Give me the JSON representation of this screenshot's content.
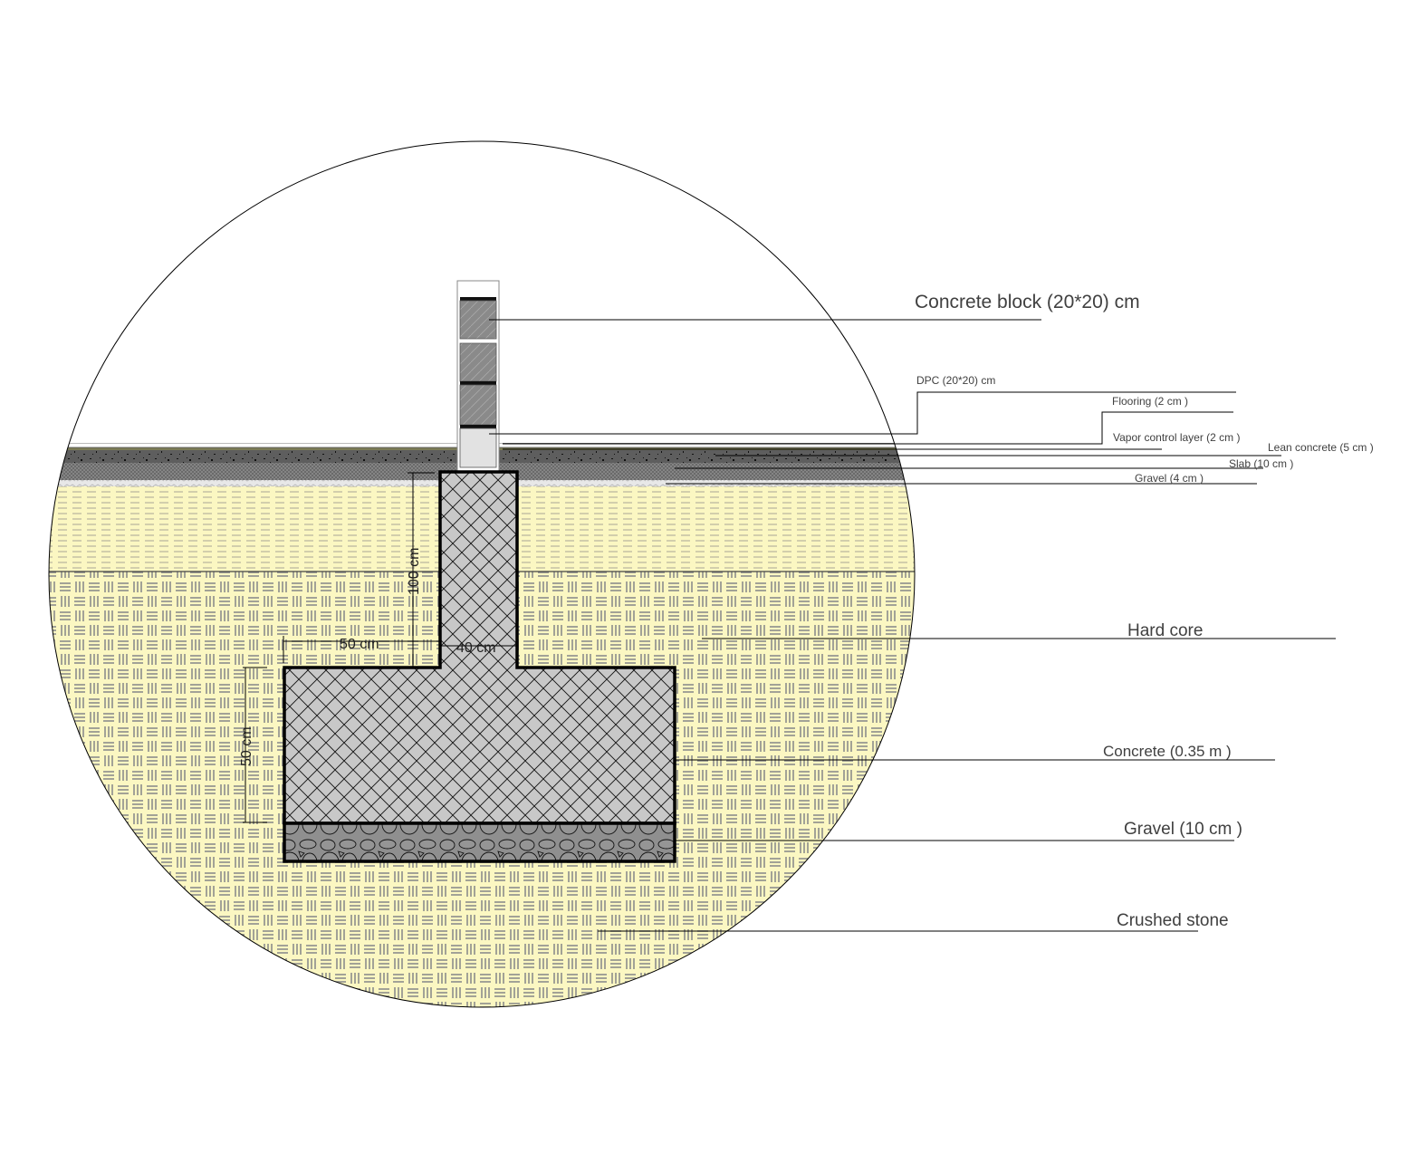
{
  "diagram": {
    "type": "foundation-section-detail",
    "labels": {
      "concrete_block": "Concrete block (20*20) cm",
      "dpc": "DPC (20*20) cm",
      "flooring": "Flooring (2 cm )",
      "vapor_control": "Vapor control layer (2 cm )",
      "lean_concrete": "Lean concrete (5 cm )",
      "slab": "Slab  (10 cm )",
      "gravel_top": "Gravel   (4 cm )",
      "hard_core": "Hard core",
      "concrete": "Concrete  (0.35 m )",
      "gravel_bottom": "Gravel   (10 cm )",
      "crushed_stone": "Crushed stone"
    },
    "dimensions": {
      "stem_height": "100 cm",
      "stem_width": "40 cm",
      "footing_projection": "50 cm",
      "footing_height": "50 cm"
    },
    "colors": {
      "soil": "#fbf7c2",
      "soil_hatch": "#8c8c8c",
      "concrete_fill": "#c8c8c8",
      "block_fill": "#8a8a8a",
      "gravel_fill": "#8f8f8f",
      "lean_concrete": "#5a5a5a",
      "slab": "#7a7a7a",
      "outline": "#000000"
    }
  }
}
